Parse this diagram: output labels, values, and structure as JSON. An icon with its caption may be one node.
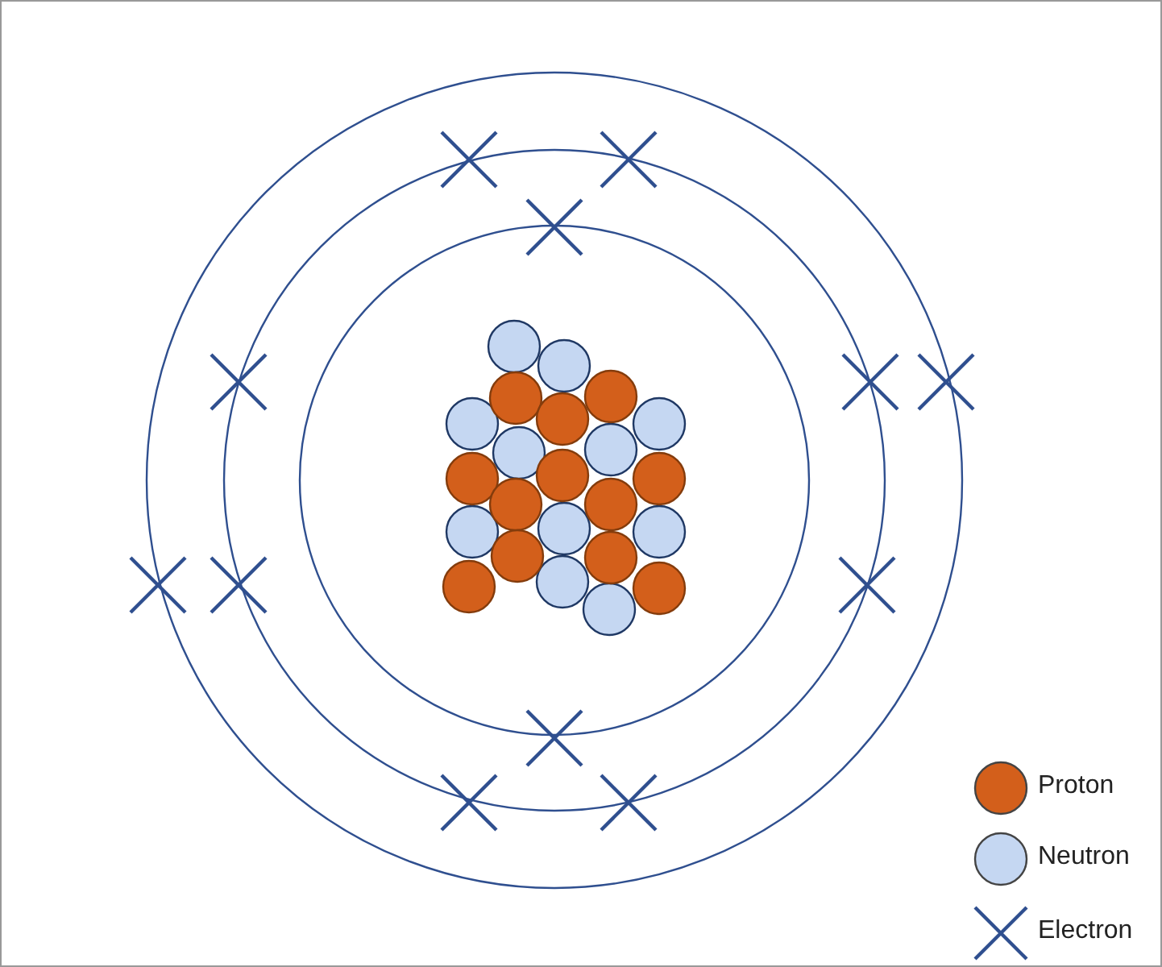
{
  "diagram": {
    "legend": [
      {
        "text": "Proton",
        "color": "#d35f1b"
      },
      {
        "text": "Neutron",
        "color": "#c5d7f2"
      },
      {
        "text": "Electron"
      }
    ]
  }
}
